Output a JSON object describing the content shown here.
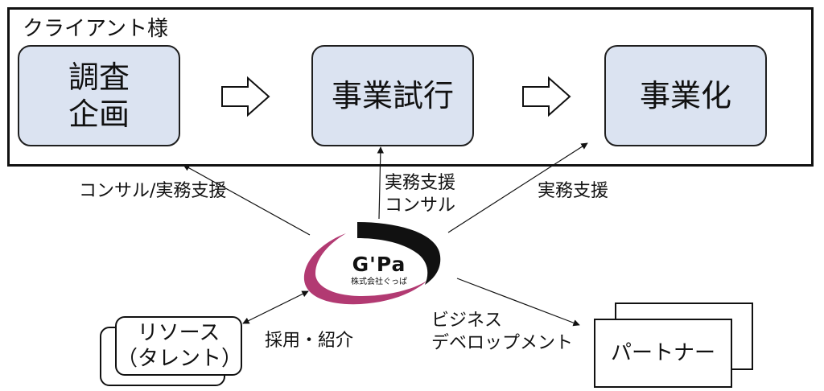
{
  "client": {
    "title": "クライアント様"
  },
  "stages": [
    {
      "label": "調査\n企画"
    },
    {
      "label": "事業試行"
    },
    {
      "label": "事業化"
    }
  ],
  "edges": {
    "consul_left": "コンサル/実務支援",
    "center": "実務支援\nコンサル",
    "right": "実務支援",
    "resource": "採用・紹介",
    "partner": "ビジネス\nデベロップメント"
  },
  "logo": {
    "brand": "G'Pa",
    "company": "株式会社ぐっぱ",
    "colors": {
      "ring": "#b23a72",
      "arc": "#111111"
    }
  },
  "resource": {
    "label": "リソース\n（タレント）"
  },
  "partner": {
    "label": "パートナー"
  },
  "colors": {
    "stage_fill": "#dbe3f1"
  }
}
